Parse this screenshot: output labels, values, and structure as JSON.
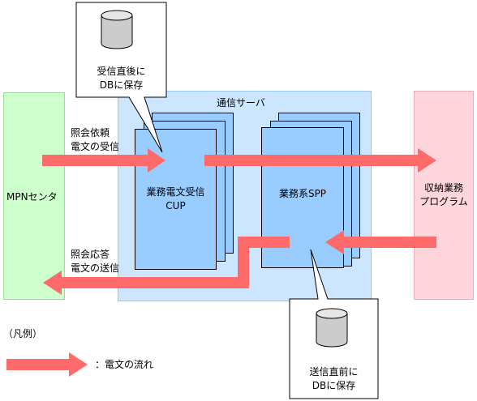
{
  "mpn_center": {
    "label": "MPNセンタ"
  },
  "comm_server": {
    "label": "通信サーバ"
  },
  "cup_program": {
    "line1": "業務電文受信",
    "line2": "CUP"
  },
  "spp_program": {
    "label": "業務系SPP"
  },
  "receiving_program": {
    "line1": "収納業務",
    "line2": "プログラム"
  },
  "inquiry_request": {
    "line1": "照会依頼",
    "line2": "電文の受信"
  },
  "inquiry_response": {
    "line1": "照会応答",
    "line2": "電文の送信"
  },
  "callout_receive": {
    "line1": "受信直後に",
    "line2": "DBに保存"
  },
  "callout_send": {
    "line1": "送信直前に",
    "line2": "DBに保存"
  },
  "legend": {
    "title": "（凡例）",
    "arrow_label": "：電文の流れ"
  },
  "colors": {
    "arrow": "#ff6a6a",
    "mpn_bg": "#ccffcc",
    "server_bg": "#cce6ff",
    "page_bg": "#99ccff",
    "receiver_bg": "#ffd5dc"
  }
}
